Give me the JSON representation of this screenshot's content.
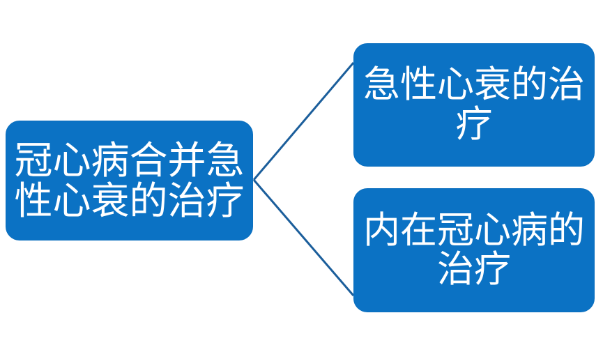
{
  "diagram": {
    "type": "hierarchy",
    "title": "冠心病合并急性心衰的治疗",
    "colors": {
      "node_fill": "#0B72C4",
      "node_border": "#0B6FBF",
      "node_text": "#FFFFFF",
      "connector": "#1B5E9B",
      "background": "#FFFFFF"
    },
    "root": {
      "id": "root",
      "label": "冠心病合并急性心衰的治疗"
    },
    "children": [
      {
        "id": "child-1",
        "label": "急性心衰的治疗"
      },
      {
        "id": "child-2",
        "label": "内在冠心病的治疗"
      }
    ],
    "connectors": [
      {
        "from": "root",
        "to": "child-1"
      },
      {
        "from": "root",
        "to": "child-2"
      }
    ]
  }
}
